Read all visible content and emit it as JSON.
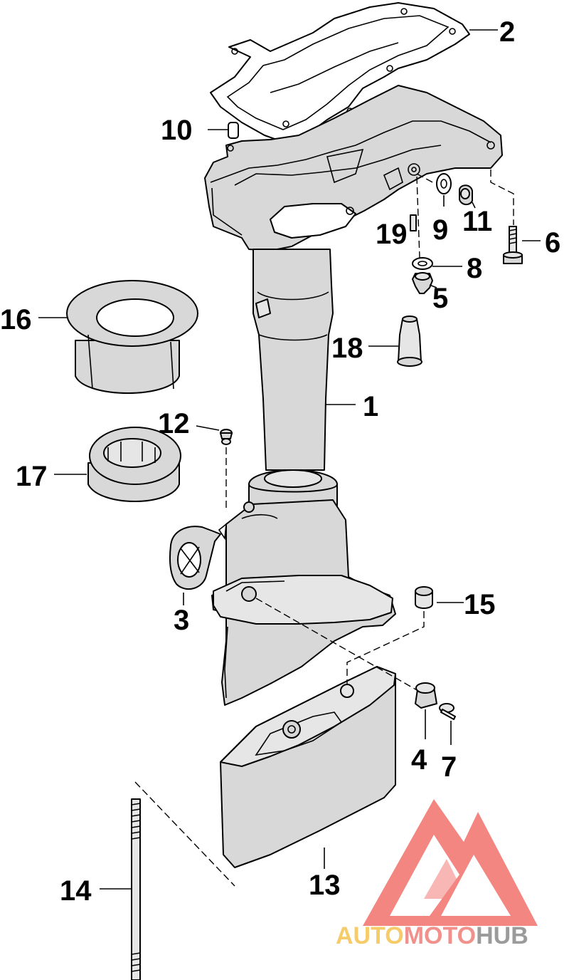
{
  "callouts": [
    {
      "id": "1",
      "label": "1"
    },
    {
      "id": "2",
      "label": "2"
    },
    {
      "id": "3",
      "label": "3"
    },
    {
      "id": "4",
      "label": "4"
    },
    {
      "id": "5",
      "label": "5"
    },
    {
      "id": "6",
      "label": "6"
    },
    {
      "id": "7",
      "label": "7"
    },
    {
      "id": "8",
      "label": "8"
    },
    {
      "id": "9",
      "label": "9"
    },
    {
      "id": "10",
      "label": "10"
    },
    {
      "id": "11",
      "label": "11"
    },
    {
      "id": "12",
      "label": "12"
    },
    {
      "id": "13",
      "label": "13"
    },
    {
      "id": "14",
      "label": "14"
    },
    {
      "id": "15",
      "label": "15"
    },
    {
      "id": "16",
      "label": "16"
    },
    {
      "id": "17",
      "label": "17"
    },
    {
      "id": "18",
      "label": "18"
    },
    {
      "id": "19",
      "label": "19"
    }
  ],
  "watermark": {
    "part1": "AUTO",
    "part2": "MOTO",
    "part3": "HUB",
    "color_part1": "#f5c451",
    "color_part2": "#f07e78",
    "color_part3": "#8a8a8a",
    "logo_color": "#f2716b"
  }
}
